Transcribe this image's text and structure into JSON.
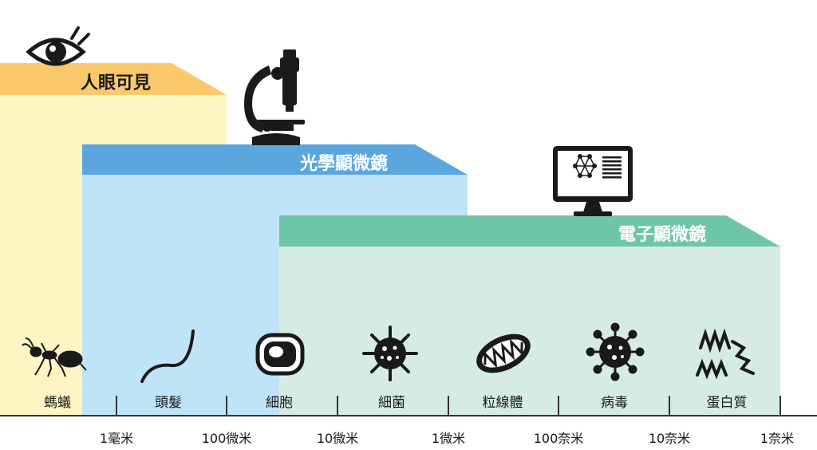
{
  "bands": {
    "eye": {
      "label": "人眼可見",
      "header_color": "#F9C96B",
      "body_color": "#FDF5C2",
      "icon": "eye-icon"
    },
    "light_microscope": {
      "label": "光學顯微鏡",
      "header_color": "#5BA6DF",
      "body_color": "#BFE3F7",
      "icon": "microscope-icon"
    },
    "electron_microscope": {
      "label": "電子顯微鏡",
      "header_color": "#6DC6AA",
      "body_color": "#D6ECE3",
      "icon": "monitor-icon"
    }
  },
  "objects": [
    {
      "label": "螞蟻",
      "icon": "ant-icon"
    },
    {
      "label": "頭髮",
      "icon": "hair-icon"
    },
    {
      "label": "細胞",
      "icon": "cell-icon"
    },
    {
      "label": "細菌",
      "icon": "bacteria-icon"
    },
    {
      "label": "粒線體",
      "icon": "mitochondria-icon"
    },
    {
      "label": "病毒",
      "icon": "virus-icon"
    },
    {
      "label": "蛋白質",
      "icon": "protein-icon"
    }
  ],
  "scale": [
    "1毫米",
    "100微米",
    "10微米",
    "1微米",
    "100奈米",
    "10奈米",
    "1奈米"
  ]
}
